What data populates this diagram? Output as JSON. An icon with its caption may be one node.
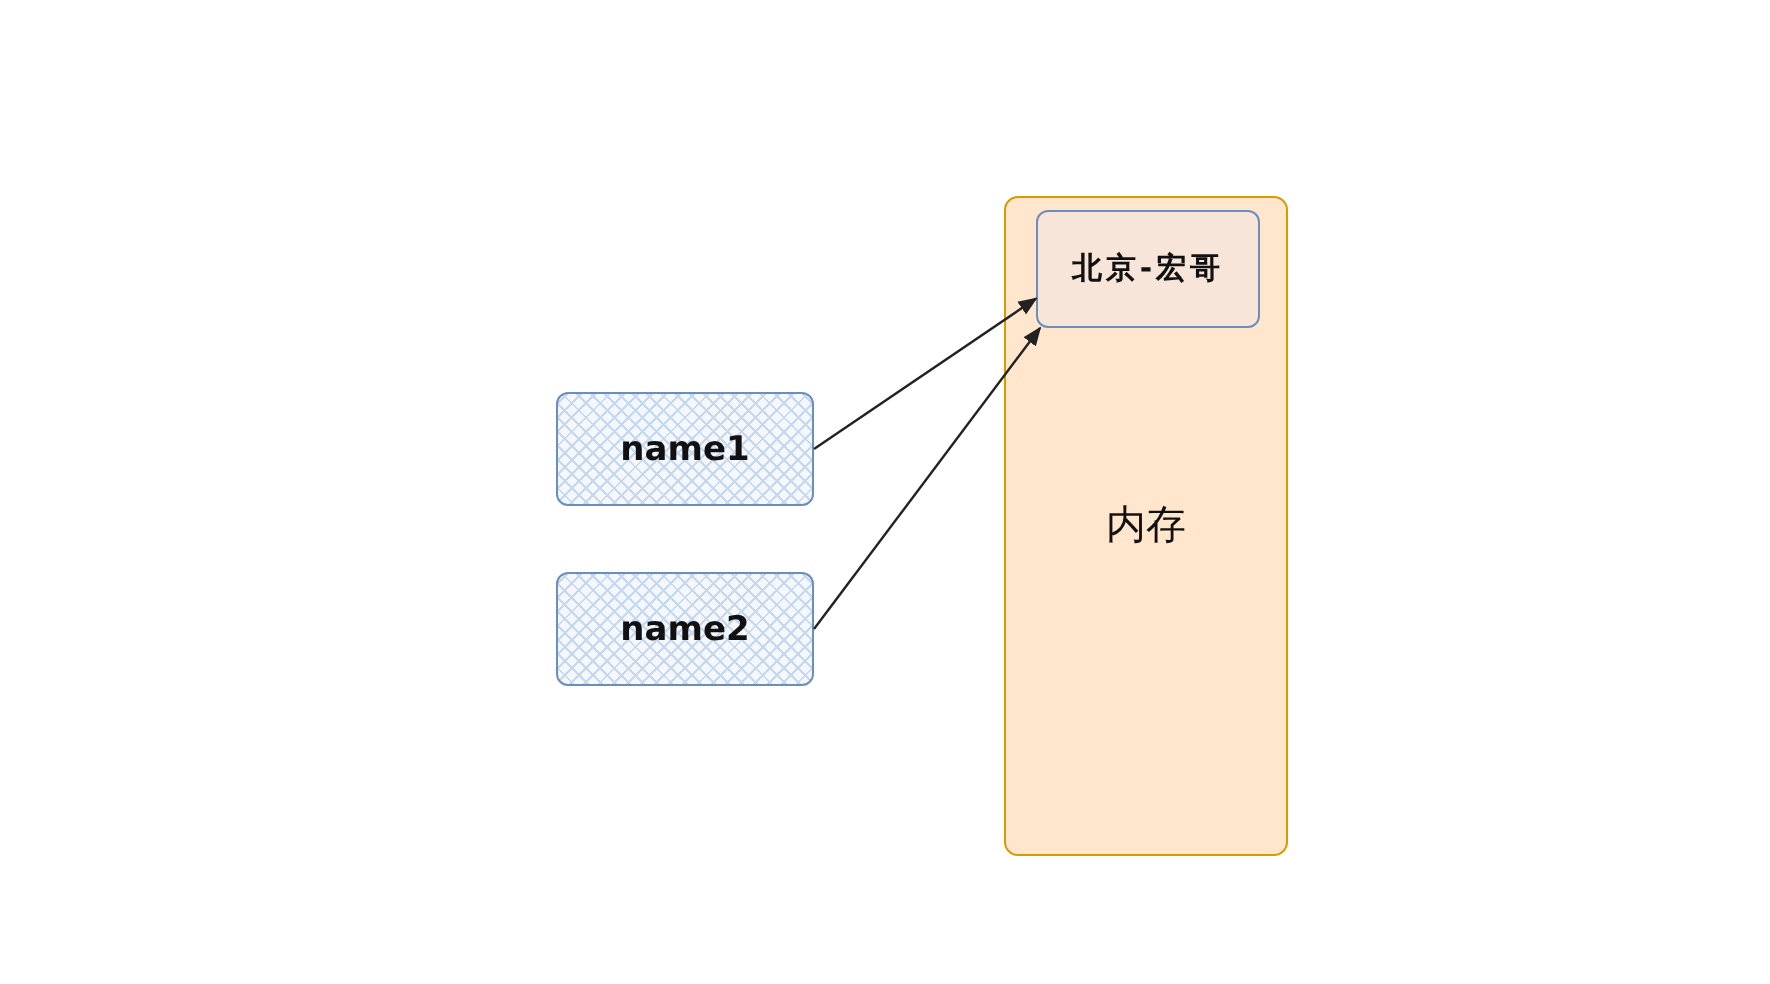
{
  "diagram": {
    "nodes": [
      {
        "text": [
          "name1"
        ]
      },
      {
        "text": [
          "name2"
        ]
      },
      {
        "text": [
          "内存"
        ]
      },
      {
        "text": [
          "北京-宏哥"
        ],
        "in": 2
      }
    ],
    "edges": [
      {
        "from": 0,
        "to": 3,
        "arrow": "to"
      },
      {
        "from": 1,
        "to": 3,
        "arrow": "to"
      }
    ]
  }
}
